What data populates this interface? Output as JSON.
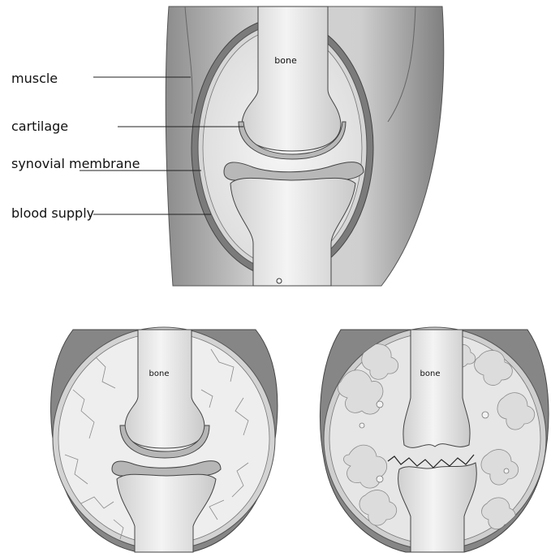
{
  "labels": {
    "muscle": "muscle",
    "cartilage": "cartilage",
    "synovial_membrane": "synovial membrane",
    "blood_supply": "blood supply"
  },
  "bone_labels": {
    "top": "bone",
    "bottom_left": "bone",
    "bottom_right": "bone"
  },
  "colors": {
    "muscle_dark": "#8a8a8a",
    "muscle_light": "#d0d0d0",
    "capsule_ring": "#7a7a7a",
    "synovial_fluid": "#ebebeb",
    "bone": "#e2e2e2",
    "cartilage": "#b8b8b8"
  }
}
